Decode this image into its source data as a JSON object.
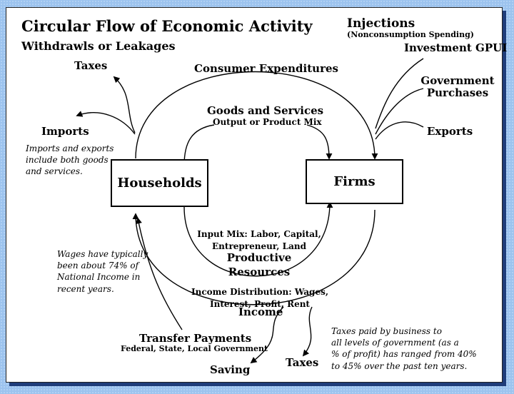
{
  "title": "Circular Flow of Economic Activity",
  "leakages": {
    "heading": "Withdrawls or Leakages",
    "taxes": "Taxes",
    "imports": "Imports",
    "note": [
      "Imports and exports",
      "include both goods",
      "and services."
    ]
  },
  "injections": {
    "heading": "Injections",
    "subheading": "(Nonconsumption Spending)",
    "investment": "Investment GPUI",
    "government": [
      "Government",
      "Purchases"
    ],
    "exports": "Exports"
  },
  "flows": {
    "consumer_expenditures": "Consumer Expenditures",
    "goods_services": "Goods and Services",
    "goods_services_sub": "Output or Product Mix",
    "input_mix": [
      "Input Mix: Labor, Capital,",
      "Entrepreneur, Land"
    ],
    "productive_resources": [
      "Productive",
      "Resources"
    ],
    "income_distribution": [
      "Income Distribution: Wages,",
      "Interest, Profit, Rent"
    ],
    "income": "Income"
  },
  "nodes": {
    "households": "Households",
    "firms": "Firms"
  },
  "bottom": {
    "transfer_payments": "Transfer Payments",
    "transfer_sub": "Federal, State, Local Government",
    "saving": "Saving",
    "taxes": "Taxes",
    "wages_note": [
      "Wages have typically",
      "been about 74% of",
      "National Income in",
      "recent years."
    ],
    "business_tax_note": [
      "Taxes paid by business to",
      "all levels of government (as a",
      "% of profit) has ranged from 40%",
      "to 45% over the past ten years."
    ]
  }
}
